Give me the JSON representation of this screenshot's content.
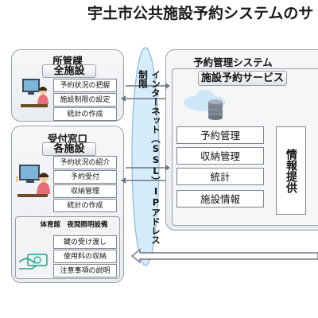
{
  "title": "宇土市公共施設予約システムのサ",
  "office": {
    "header": "所管課",
    "sub": "全施設",
    "items": [
      "予約状況の把握",
      "施設制限の設定",
      "統計の作成"
    ]
  },
  "counter": {
    "header": "受付窓口",
    "sub": "各施設",
    "items": [
      "予約状況の紹介",
      "予約受付",
      "収納管理",
      "統計の作成"
    ],
    "night_title": "体育館　夜間照明設備",
    "night_items": [
      "鍵の受け渡し",
      "使用料の収納",
      "注意事項の説明"
    ]
  },
  "network": {
    "label": "インターネット（SSL）IPアドレス制限"
  },
  "system": {
    "header": "予約管理システム",
    "sub": "施設予約サービス",
    "modules": [
      "予約管理",
      "収納管理",
      "統計",
      "施設情報"
    ],
    "provide": "情報提供"
  },
  "colors": {
    "panel_border": "#9aa0a8",
    "cloud": "#cfe6f7",
    "network_ellipse": "#d6ecfa",
    "arrow": "#7d8590"
  }
}
